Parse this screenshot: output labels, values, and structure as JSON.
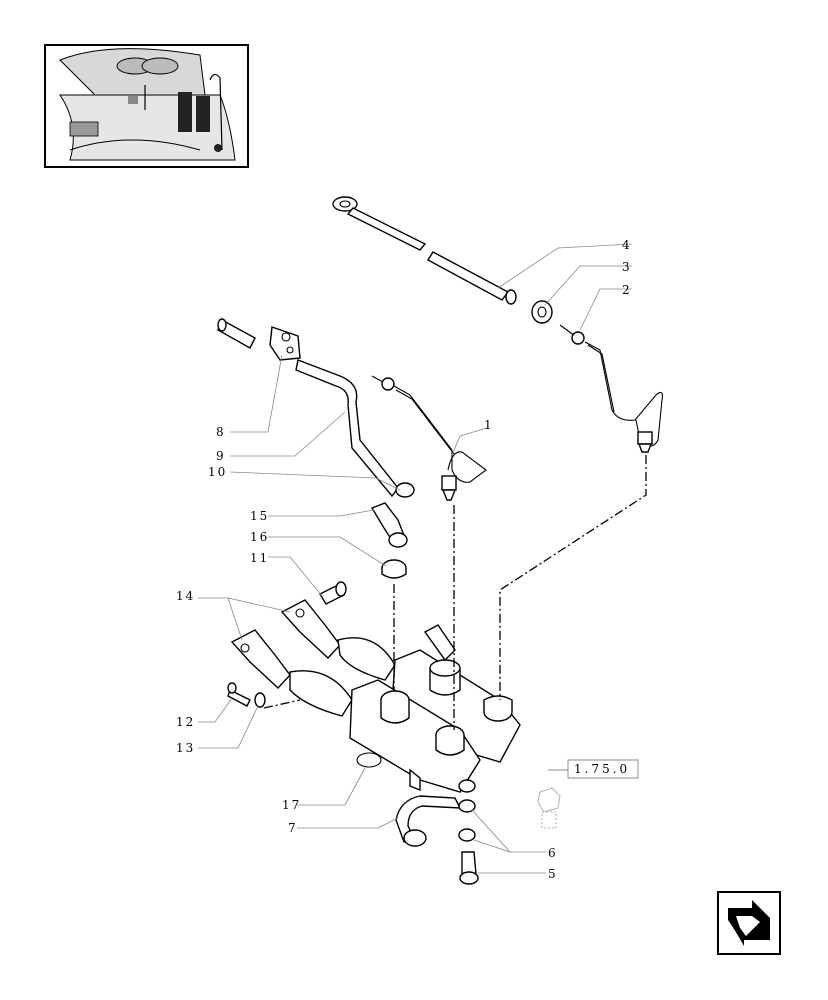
{
  "callouts": {
    "c1": "1",
    "c2": "2",
    "c3": "3",
    "c4": "4",
    "c5": "5",
    "c6": "6",
    "c7": "7",
    "c8": "8",
    "c9": "9",
    "c10": "10",
    "c11": "11",
    "c12": "12",
    "c13": "13",
    "c14": "14",
    "c15": "15",
    "c16": "16",
    "c17": "17"
  },
  "reference_box": "1.75.0",
  "icons": {
    "thumbnail": "tractor-cab-pedals-thumbnail",
    "nav": "return-arrow-icon",
    "reference": "hydraulic-fitting-icon"
  }
}
